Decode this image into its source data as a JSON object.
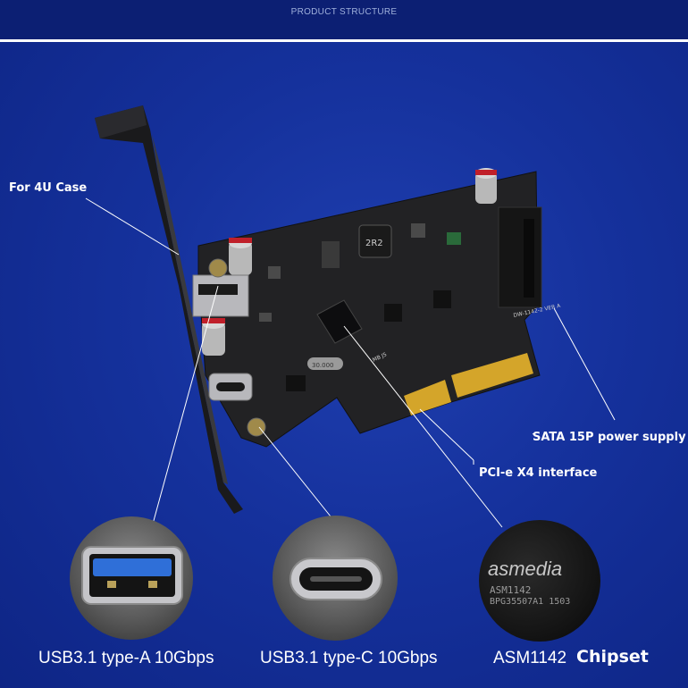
{
  "header": {
    "title": "PRODUCT STRUCTURE"
  },
  "labels": {
    "case": "For 4U Case",
    "sata": "SATA 15P power supply",
    "pcie": "PCI-e X4 interface"
  },
  "pcb_text": {
    "inductor": "2R2",
    "crystal": "30.000",
    "version": "DW-1142-2 VER A",
    "mb": "MB J5"
  },
  "chip": {
    "brand": "asmedia",
    "model": "ASM1142",
    "lot": "BPG35507A1 1503"
  },
  "captions": {
    "type_a": "USB3.1 type-A 10Gbps",
    "type_c": "USB3.1 type-C 10Gbps",
    "chipset_model": "ASM1142",
    "chipset_word": "Chipset"
  },
  "colors": {
    "background": "#15319c",
    "header": "#0c1f73",
    "pcb": "#222224",
    "gold": "#d4a52a"
  }
}
